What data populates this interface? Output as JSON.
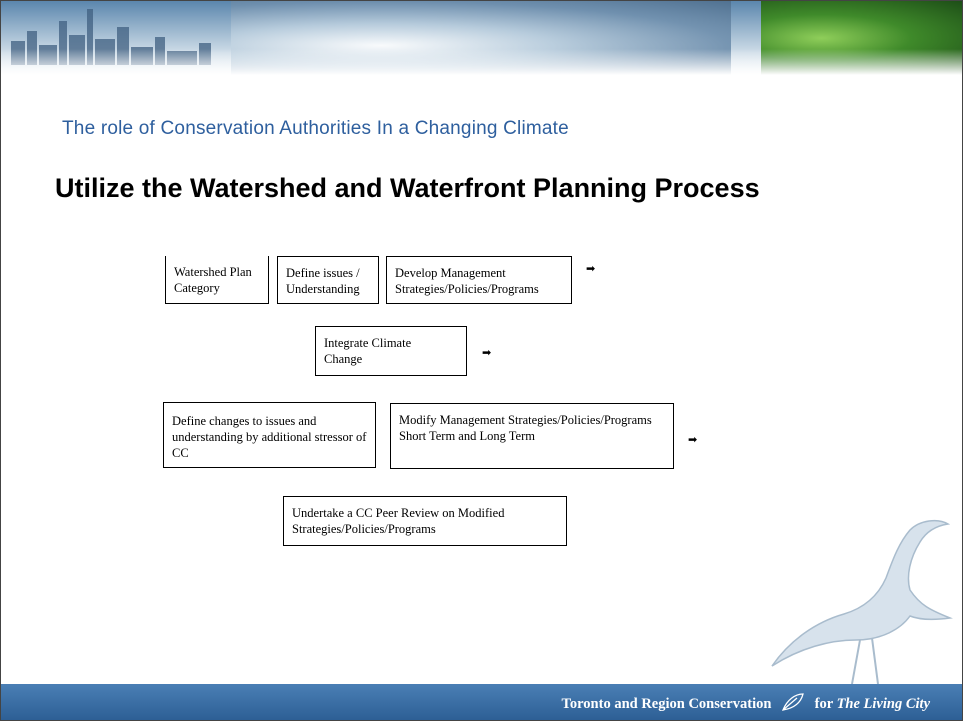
{
  "slide": {
    "subtitle": "The role of Conservation Authorities In a Changing Climate",
    "title": "Utilize the Watershed and Waterfront Planning Process"
  },
  "diagram": {
    "boxes": [
      {
        "id": "b1",
        "text": "Watershed Plan Category"
      },
      {
        "id": "b2",
        "text": "Define issues / Understanding"
      },
      {
        "id": "b3",
        "text": "Develop Management Strategies/Policies/Programs"
      },
      {
        "id": "b4",
        "text": "Integrate Climate Change"
      },
      {
        "id": "b5",
        "text": "Define changes to issues and understanding by additional stressor of CC"
      },
      {
        "id": "b6",
        "text": "Modify Management Strategies/Policies/Programs Short Term and Long Term"
      },
      {
        "id": "b7",
        "text": "Undertake a CC Peer Review on Modified Strategies/Policies/Programs"
      }
    ],
    "arrow_glyph": "➡"
  },
  "footer": {
    "org": "Toronto and Region Conservation",
    "for_label": "for",
    "tagline": "The Living City"
  },
  "colors": {
    "subtitle": "#2e5f9e",
    "footer_bar": "#3a6fa6"
  }
}
